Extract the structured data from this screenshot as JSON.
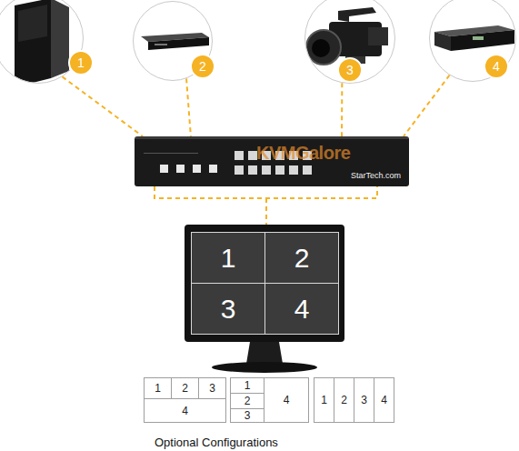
{
  "diagram": {
    "nodes": [
      {
        "text": [
          "1"
        ]
      },
      {
        "text": [
          "2"
        ]
      },
      {
        "text": [
          "3"
        ]
      },
      {
        "text": [
          "4"
        ]
      },
      {
        "text": [
          "StarTech.com"
        ]
      },
      {
        "text": [
          "1"
        ]
      },
      {
        "text": [
          "2"
        ]
      },
      {
        "text": [
          "3"
        ]
      },
      {
        "text": [
          "4"
        ]
      },
      {
        "text": [
          "1"
        ]
      },
      {
        "text": [
          "2"
        ]
      },
      {
        "text": [
          "3"
        ]
      },
      {
        "text": [
          "4"
        ]
      },
      {
        "text": [
          "1"
        ]
      },
      {
        "text": [
          "2"
        ]
      },
      {
        "text": [
          "3"
        ]
      },
      {
        "text": [
          "4"
        ]
      },
      {
        "text": [
          "1"
        ]
      },
      {
        "text": [
          "2"
        ]
      },
      {
        "text": [
          "3"
        ]
      },
      {
        "text": [
          "4"
        ]
      }
    ],
    "edges": [
      {
        "from": 0,
        "to": 4,
        "arrow": "none"
      },
      {
        "from": 1,
        "to": 4,
        "arrow": "none"
      },
      {
        "from": 2,
        "to": 4,
        "arrow": "none"
      },
      {
        "from": 3,
        "to": 4,
        "arrow": "none"
      }
    ],
    "labels": [
      "KVMGalore",
      "Optional Configurations"
    ]
  }
}
